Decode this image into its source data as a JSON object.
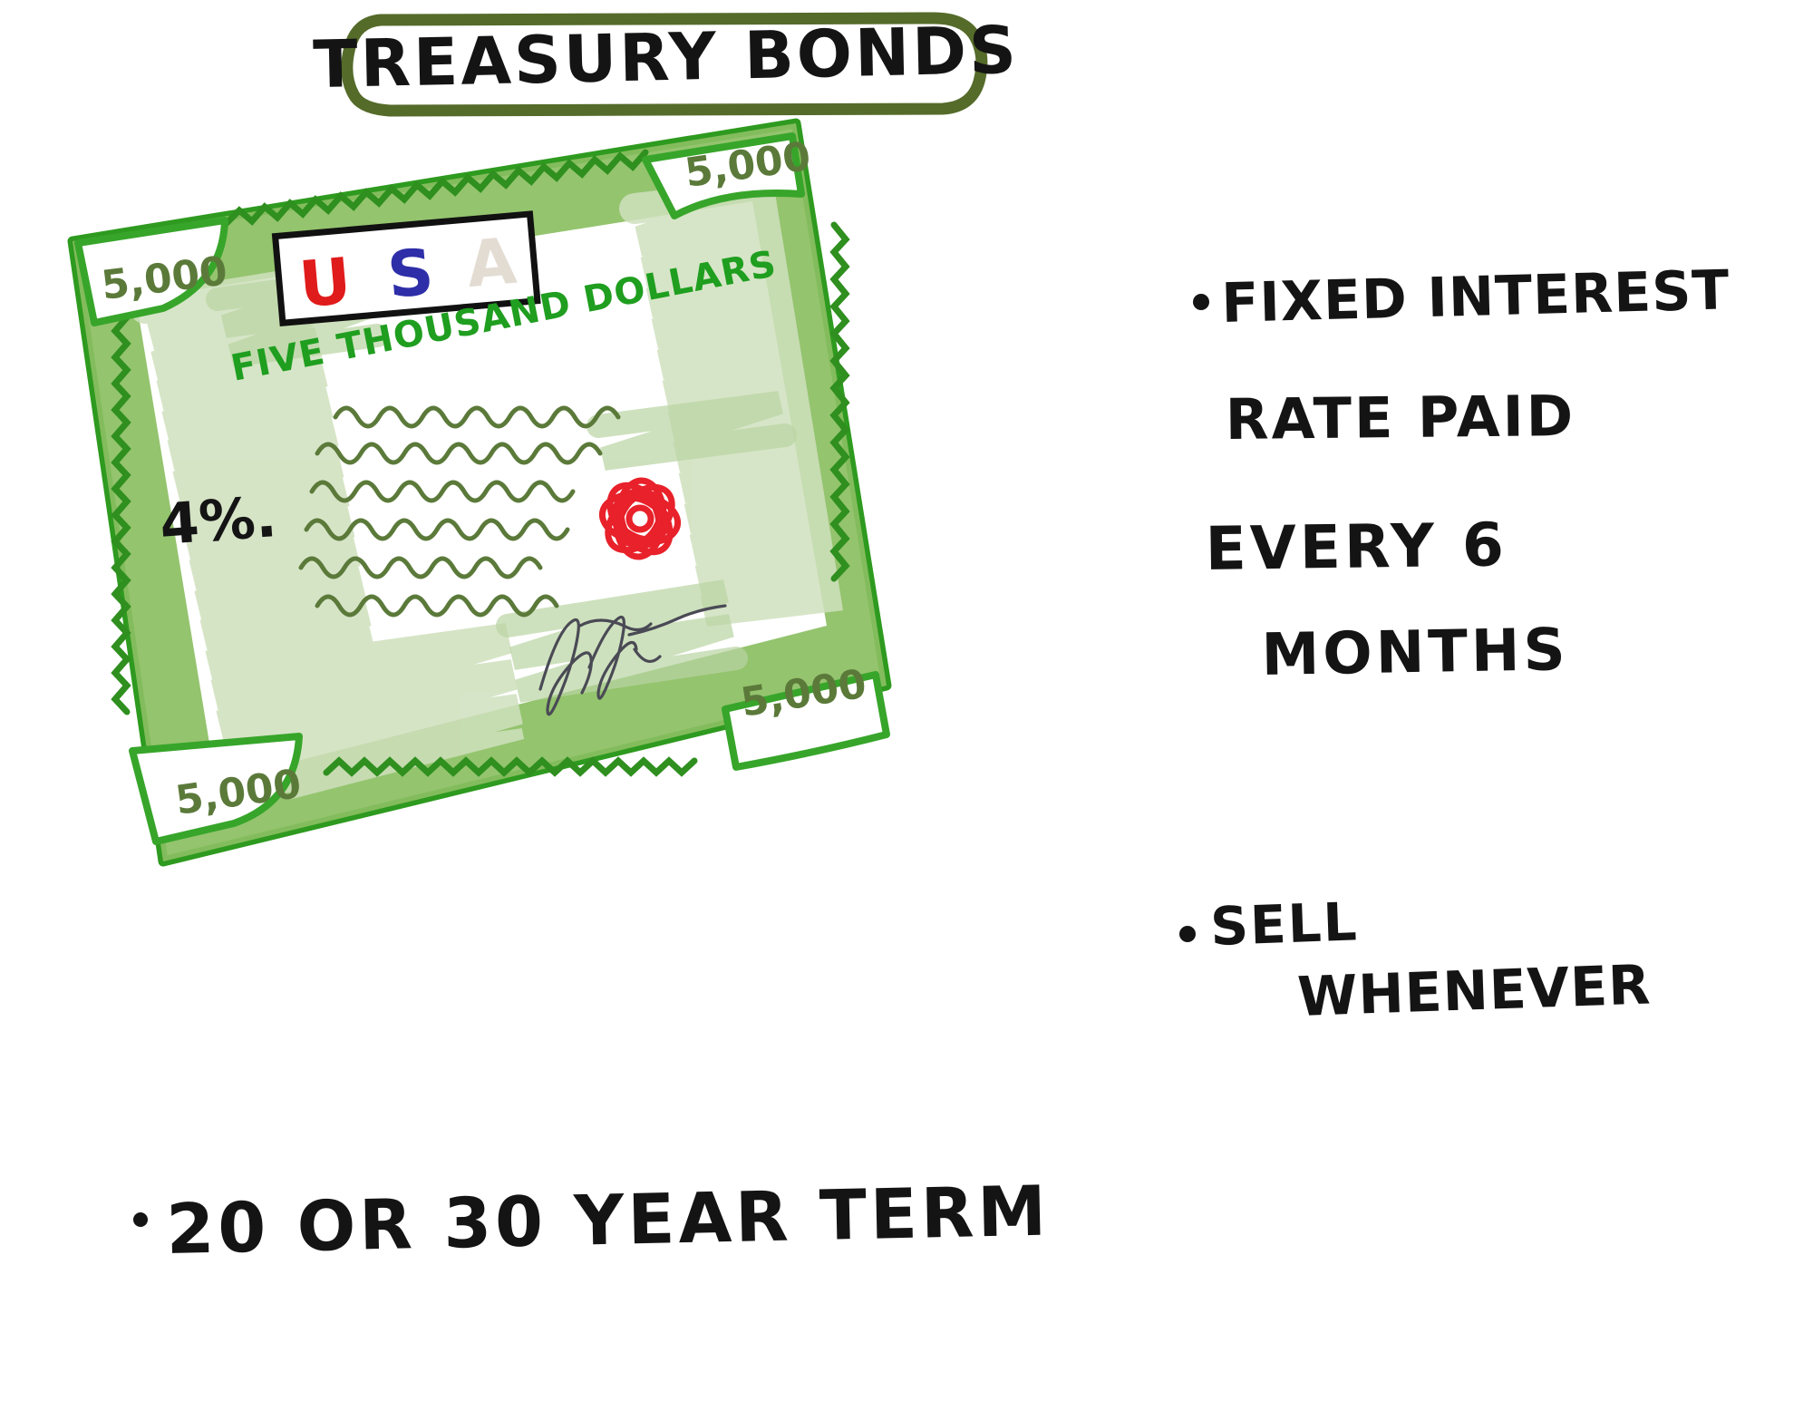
{
  "page": {
    "title_banner": "TREASURY BONDS",
    "background_color": "#ffffff",
    "banner_outline_color": "#556b2a",
    "title_text_color": "#141414"
  },
  "certificate": {
    "name": "treasury-bond-certificate",
    "border_color_dark": "#2e9a1f",
    "border_color_light": "#7cc142",
    "border_fill": "#8bbf62",
    "paper_color": "#ffffff",
    "squiggle_color": "#5b7a3a",
    "corner_values": [
      {
        "position": "top-left",
        "value": "5,000"
      },
      {
        "position": "top-right",
        "value": "5,000"
      },
      {
        "position": "bottom-right",
        "value": "5,000"
      },
      {
        "position": "bottom-left",
        "value": "5,000"
      }
    ],
    "country_stamp": {
      "letters": [
        {
          "char": "U",
          "color": "#e01b1b"
        },
        {
          "char": "S",
          "color": "#2e2ea8"
        },
        {
          "char": "A",
          "color": "#e3dcd3"
        }
      ],
      "box_color": "#111111"
    },
    "denomination_text": "FIVE THOUSAND DOLLARS",
    "denomination_color": "#1f9e1f",
    "interest_rate": "4%.",
    "interest_rate_color": "#141414",
    "seal_color": "#e8212a",
    "seal_name": "red-seal",
    "signature_color": "#4a4a55",
    "signature_name": "signature-scribble"
  },
  "bullets": {
    "right_column": [
      {
        "id": "fixed-interest",
        "lines": [
          "FIXED INTEREST",
          "RATE PAID",
          "EVERY  6",
          "MONTHS"
        ]
      },
      {
        "id": "sell-whenever",
        "lines": [
          "SELL",
          "WHENEVER"
        ]
      }
    ],
    "bottom": [
      {
        "id": "term-length",
        "lines": [
          "20 OR 30 YEAR TERM"
        ]
      }
    ],
    "bullet_glyph": "•",
    "text_color": "#141414"
  }
}
